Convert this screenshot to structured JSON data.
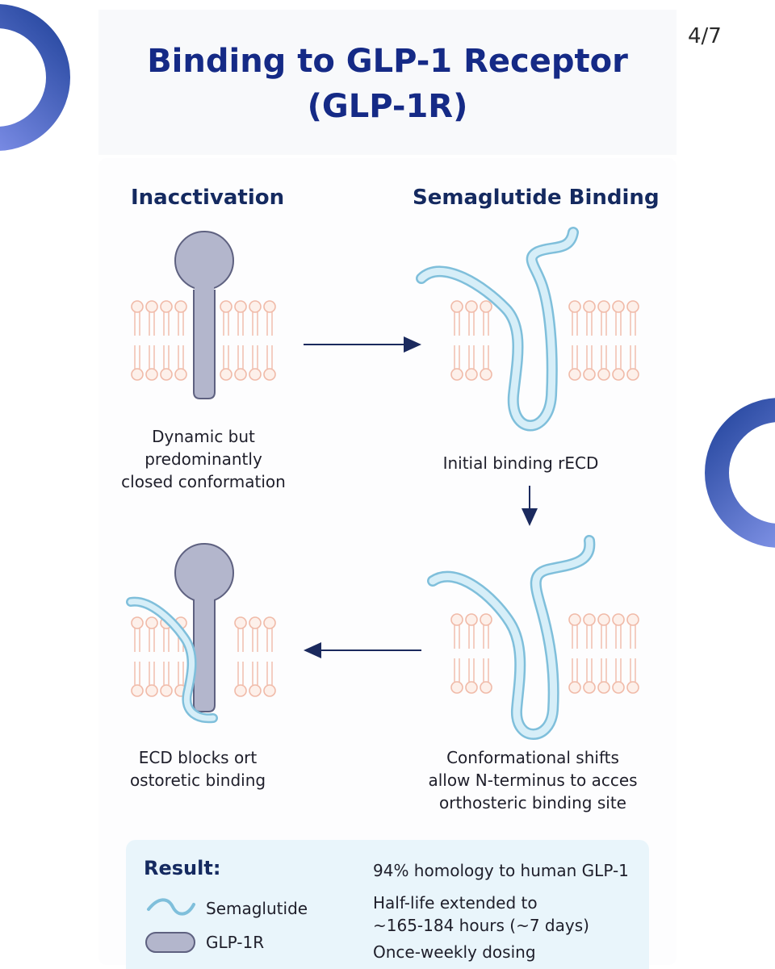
{
  "page_counter": "4/7",
  "title": {
    "line1": "Binding to GLP-1 Receptor",
    "line2": "(GLP-1R)"
  },
  "panels": {
    "inactivation": {
      "heading": "Inacctivation",
      "caption_lines": [
        "Dynamic but",
        "predominantly",
        "closed conformation"
      ]
    },
    "semaglutide_binding": {
      "heading": "Semaglutide Binding",
      "caption_lines": [
        "Initial binding rECD"
      ]
    },
    "conformational_shift": {
      "caption_lines": [
        "Conformational  shifts",
        "allow N-terminus to acces",
        "orthosteric binding site"
      ]
    },
    "ecd_blocks": {
      "caption_lines": [
        "ECD blocks ort",
        "ostoretic binding"
      ]
    }
  },
  "result": {
    "title": "Result:",
    "legend": [
      {
        "label": "Semaglutide",
        "icon": "wave-line-icon"
      },
      {
        "label": "GLP-1R",
        "icon": "receptor-pill-icon"
      }
    ],
    "facts": [
      "94% homology to human GLP-1",
      "Half-life extended to",
      "~165-184 hours (~7 days)",
      "Once-weekly dosing"
    ]
  },
  "colors": {
    "title": "#152a86",
    "receptor_fill": "#b3b6cc",
    "receptor_stroke": "#5e6180",
    "peptide_fill": "#bfe3f2",
    "peptide_stroke": "#7fbfdb",
    "membrane": "#f2bfae",
    "arrow": "#1b2a5e",
    "ring_light": "#7f90f2",
    "ring_dark": "#2a4aa8",
    "result_bg": "#e9f5fb"
  }
}
